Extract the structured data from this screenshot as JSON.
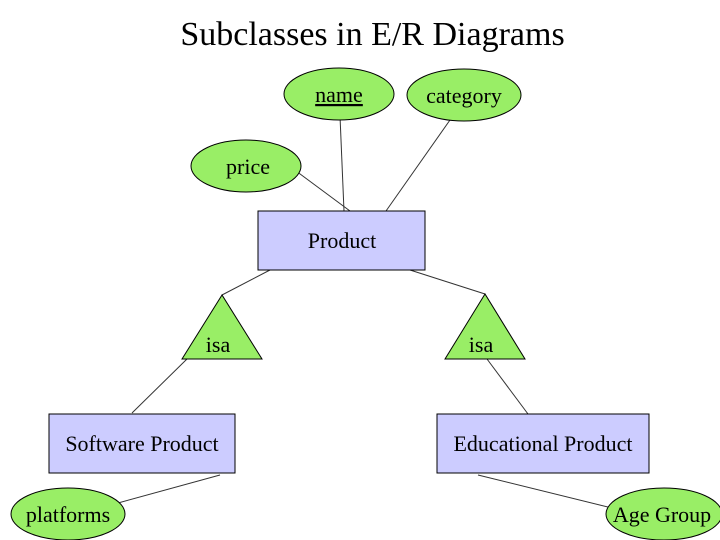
{
  "title": "Subclasses in E/R Diagrams",
  "colors": {
    "attribute_fill": "#99ee66",
    "entity_fill": "#ccccff",
    "isa_fill": "#99ee66",
    "stroke": "#000000",
    "edge": "#333333"
  },
  "entities": {
    "product": "Product",
    "software_product": "Software Product",
    "educational_product": "Educational Product"
  },
  "attributes": {
    "name": "name",
    "category": "category",
    "price": "price",
    "platforms": "platforms",
    "age_group": "Age Group"
  },
  "relationships": {
    "isa_left": "isa",
    "isa_right": "isa"
  },
  "key_attribute": "name"
}
